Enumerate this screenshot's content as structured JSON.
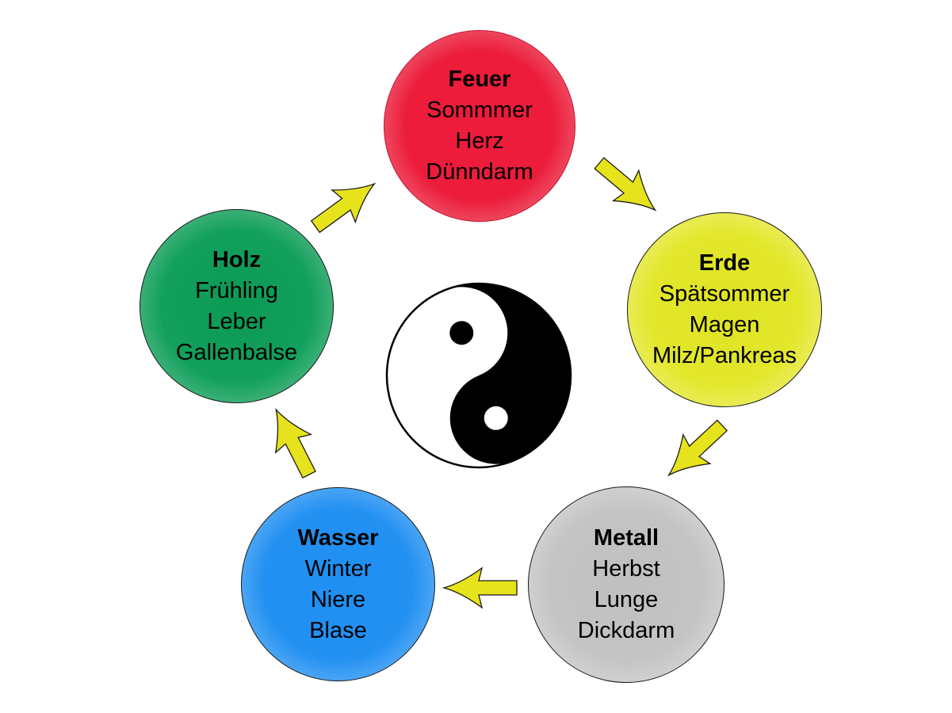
{
  "diagram": {
    "title": "",
    "center_symbol": "yin-yang-icon",
    "elements": [
      {
        "id": "feuer",
        "name": "Feuer",
        "season": "Sommmer",
        "organs": [
          "Herz",
          "Dünndarm"
        ],
        "color": "#ec1c3a"
      },
      {
        "id": "erde",
        "name": "Erde",
        "season": "Spätsommer",
        "organs": [
          "Magen",
          "Milz/Pankreas"
        ],
        "color": "#e3e72c"
      },
      {
        "id": "metall",
        "name": "Metall",
        "season": "Herbst",
        "organs": [
          "Lunge",
          "Dickdarm"
        ],
        "color": "#c4c4c4"
      },
      {
        "id": "wasser",
        "name": "Wasser",
        "season": "Winter",
        "organs": [
          "Niere",
          "Blase"
        ],
        "color": "#2391f2"
      },
      {
        "id": "holz",
        "name": "Holz",
        "season": "Frühling",
        "organs": [
          "Leber",
          "Gallenbalse"
        ],
        "color": "#12a05c"
      }
    ],
    "arrows": [
      {
        "from": "Holz",
        "to": "Feuer"
      },
      {
        "from": "Feuer",
        "to": "Erde"
      },
      {
        "from": "Erde",
        "to": "Metall"
      },
      {
        "from": "Metall",
        "to": "Wasser"
      },
      {
        "from": "Wasser",
        "to": "Holz"
      }
    ],
    "arrow_color": "#e6e31c"
  }
}
